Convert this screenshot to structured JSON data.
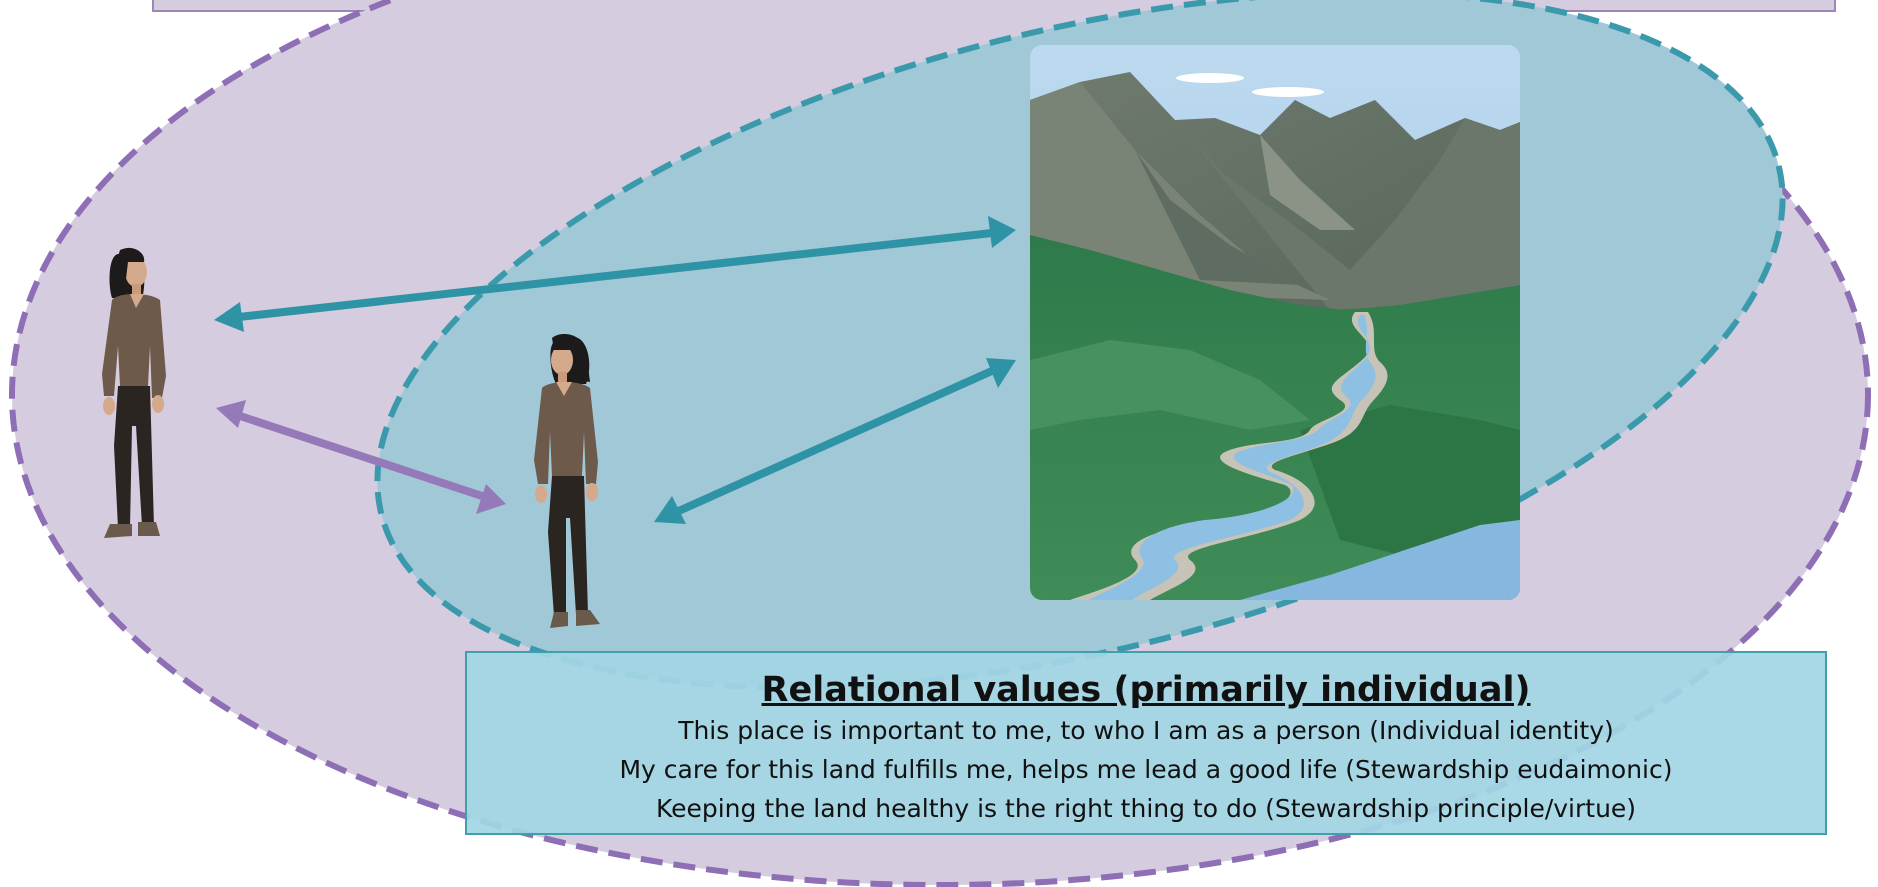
{
  "colors": {
    "outer_oval_fill": "#d6ccdf",
    "outer_oval_stroke": "#8e6eb5",
    "inner_oval_fill": "#a1c8d7",
    "inner_oval_stroke": "#3a9aab",
    "teal_arrow": "#2f93a6",
    "purple_arrow": "#9579b8",
    "label_box_fill": "#a3d5e4",
    "label_box_border": "#3f9fad"
  },
  "people": [
    {
      "name": "person-left",
      "icon": "woman-standing-icon"
    },
    {
      "name": "person-middle",
      "icon": "woman-standing-icon"
    }
  ],
  "landscape": {
    "icon": "mountain-valley-river-icon"
  },
  "arrows": [
    {
      "name": "arrow-left-person-landscape",
      "color": "teal"
    },
    {
      "name": "arrow-left-person-middle-person",
      "color": "purple"
    },
    {
      "name": "arrow-middle-person-landscape",
      "color": "teal"
    }
  ],
  "label": {
    "title": "Relational values (primarily individual)",
    "lines": [
      "This place is important to me, to who I am as a person (Individual identity)",
      "My care for this land fulfills me, helps me lead a good life (Stewardship eudaimonic)",
      "Keeping the land healthy is the right thing to do (Stewardship principle/virtue)"
    ]
  }
}
